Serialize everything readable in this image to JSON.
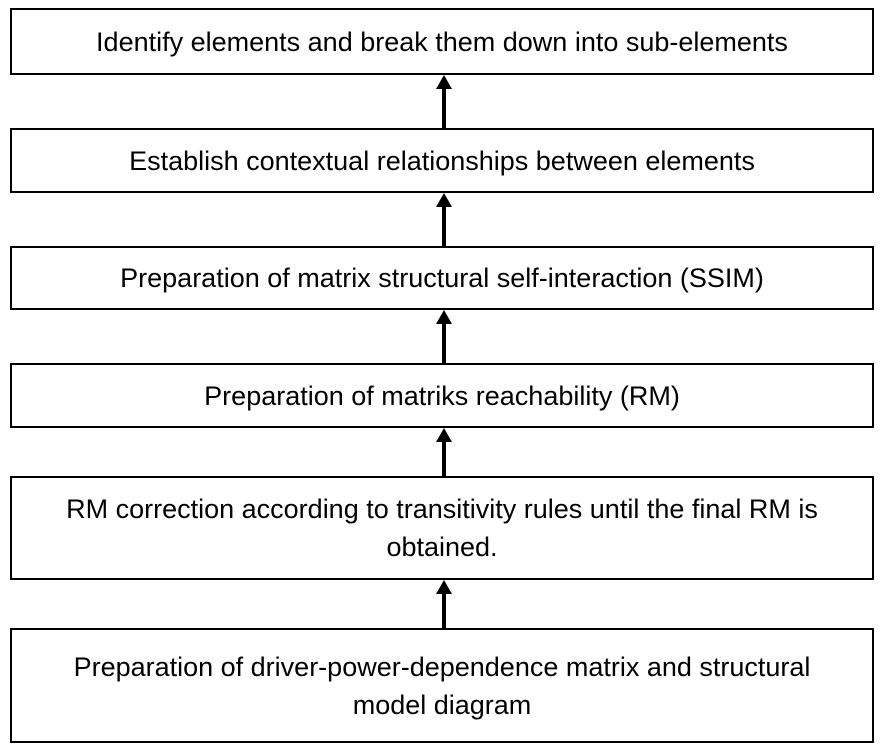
{
  "steps": [
    "Identify elements and break them down into sub-elements",
    "Establish contextual relationships between elements",
    "Preparation of matrix structural self-interaction (SSIM)",
    "Preparation of matriks reachability (RM)",
    "RM correction according  to transitivity rules until the final RM is obtained.",
    "Preparation of driver-power-dependence  matrix and structural model diagram"
  ],
  "colors": {
    "border": "#000000",
    "arrow": "#000000",
    "background": "#ffffff"
  }
}
